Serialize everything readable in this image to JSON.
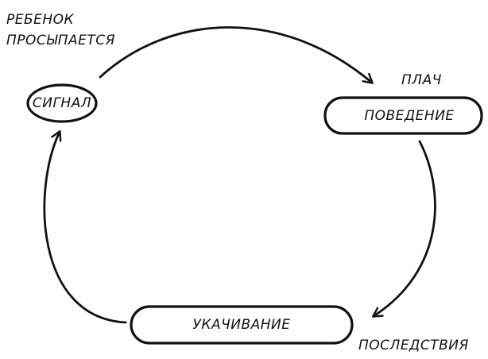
{
  "diagram": {
    "nodes": [
      {
        "id": "signal",
        "label": "СИГНАЛ"
      },
      {
        "id": "behavior",
        "label": "ПОВЕДЕНИЕ"
      },
      {
        "id": "rocking",
        "label": "УКАЧИВАНИЕ"
      }
    ],
    "annotations": {
      "wake_line1": "РЕБЕНОК",
      "wake_line2": "ПРОСЫПАЕТСЯ",
      "cry": "ПЛАЧ",
      "consequences": "ПОСЛЕДСТВИЯ"
    },
    "edges": [
      {
        "from": "signal",
        "to": "behavior"
      },
      {
        "from": "behavior",
        "to": "rocking"
      },
      {
        "from": "rocking",
        "to": "signal"
      }
    ],
    "colors": {
      "stroke": "#111111",
      "background": "#ffffff"
    }
  }
}
